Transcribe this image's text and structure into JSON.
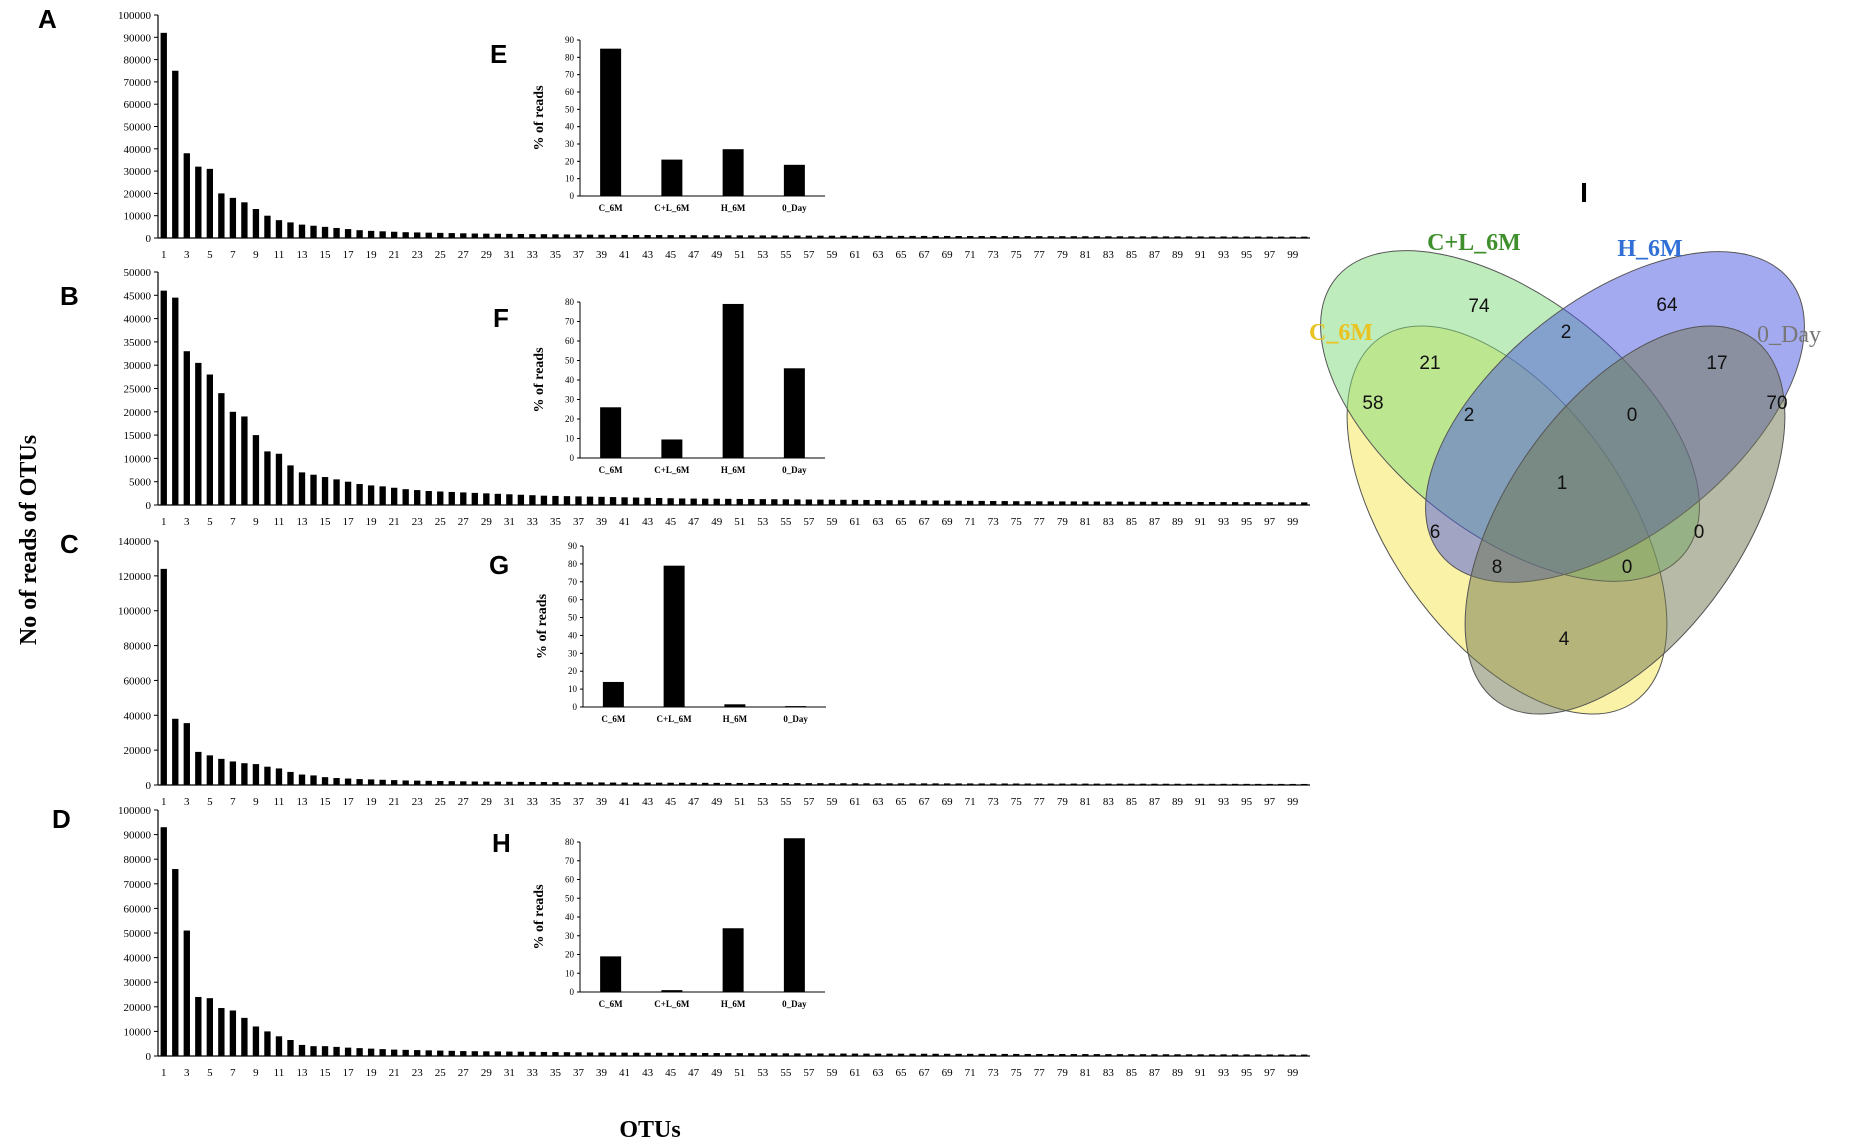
{
  "figure": {
    "y_axis_label": "No of reads of OTUs",
    "x_axis_label": "OTUs"
  },
  "chart_data": [
    {
      "id": "A",
      "panel_label": "A",
      "type": "bar",
      "ylim": [
        0,
        100000
      ],
      "yticks": [
        "0",
        "10000",
        "20000",
        "30000",
        "40000",
        "50000",
        "60000",
        "70000",
        "80000",
        "90000",
        "100000"
      ],
      "xtick_labels": [
        "1",
        "3",
        "5",
        "7",
        "9",
        "11",
        "13",
        "15",
        "17",
        "19",
        "21",
        "23",
        "25",
        "27",
        "29",
        "31",
        "33",
        "35",
        "37",
        "39",
        "41",
        "43",
        "45",
        "47",
        "49",
        "51",
        "53",
        "55",
        "57",
        "59",
        "61",
        "63",
        "65",
        "67",
        "69",
        "71",
        "73",
        "75",
        "77",
        "79",
        "81",
        "83",
        "85",
        "87",
        "89",
        "91",
        "93",
        "95",
        "97",
        "99"
      ],
      "x": [
        1,
        2,
        3,
        4,
        5,
        6,
        7,
        8,
        9,
        10,
        11,
        12,
        13,
        14,
        15,
        16,
        17,
        18,
        19,
        20,
        21,
        22,
        23,
        24,
        25,
        26,
        27,
        28,
        29,
        30,
        31,
        32,
        33,
        34,
        35,
        36,
        37,
        38,
        39,
        40,
        41,
        42,
        43,
        44,
        45,
        46,
        47,
        48,
        49,
        50,
        51,
        52,
        53,
        54,
        55,
        56,
        57,
        58,
        59,
        60,
        61,
        62,
        63,
        64,
        65,
        66,
        67,
        68,
        69,
        70,
        71,
        72,
        73,
        74,
        75,
        76,
        77,
        78,
        79,
        80,
        81,
        82,
        83,
        84,
        85,
        86,
        87,
        88,
        89,
        90,
        91,
        92,
        93,
        94,
        95,
        96,
        97,
        98,
        99,
        100
      ],
      "values": [
        92000,
        75000,
        38000,
        32000,
        31000,
        20000,
        18000,
        16000,
        13000,
        10000,
        8000,
        7000,
        6000,
        5500,
        5000,
        4500,
        4000,
        3500,
        3200,
        3000,
        2800,
        2600,
        2500,
        2400,
        2300,
        2200,
        2100,
        2000,
        1950,
        1900,
        1850,
        1800,
        1750,
        1700,
        1650,
        1600,
        1550,
        1500,
        1450,
        1400,
        1380,
        1360,
        1340,
        1320,
        1300,
        1280,
        1260,
        1240,
        1220,
        1200,
        1180,
        1160,
        1140,
        1120,
        1100,
        1080,
        1060,
        1040,
        1020,
        1000,
        990,
        980,
        970,
        960,
        950,
        940,
        930,
        920,
        910,
        900,
        890,
        880,
        870,
        860,
        850,
        840,
        830,
        820,
        810,
        800,
        790,
        780,
        770,
        760,
        750,
        740,
        730,
        720,
        710,
        700,
        690,
        680,
        670,
        660,
        650,
        640,
        630,
        620,
        610,
        600
      ]
    },
    {
      "id": "B",
      "panel_label": "B",
      "type": "bar",
      "ylim": [
        0,
        50000
      ],
      "yticks": [
        "0",
        "5000",
        "10000",
        "15000",
        "20000",
        "25000",
        "30000",
        "35000",
        "40000",
        "45000",
        "50000"
      ],
      "xtick_labels": [
        "1",
        "3",
        "5",
        "7",
        "9",
        "11",
        "13",
        "15",
        "17",
        "19",
        "21",
        "23",
        "25",
        "27",
        "29",
        "31",
        "33",
        "35",
        "37",
        "39",
        "41",
        "43",
        "45",
        "47",
        "49",
        "51",
        "53",
        "55",
        "57",
        "59",
        "61",
        "63",
        "65",
        "67",
        "69",
        "71",
        "73",
        "75",
        "77",
        "79",
        "81",
        "83",
        "85",
        "87",
        "89",
        "91",
        "93",
        "95",
        "97",
        "99"
      ],
      "x": [
        1,
        2,
        3,
        4,
        5,
        6,
        7,
        8,
        9,
        10,
        11,
        12,
        13,
        14,
        15,
        16,
        17,
        18,
        19,
        20,
        21,
        22,
        23,
        24,
        25,
        26,
        27,
        28,
        29,
        30,
        31,
        32,
        33,
        34,
        35,
        36,
        37,
        38,
        39,
        40,
        41,
        42,
        43,
        44,
        45,
        46,
        47,
        48,
        49,
        50,
        51,
        52,
        53,
        54,
        55,
        56,
        57,
        58,
        59,
        60,
        61,
        62,
        63,
        64,
        65,
        66,
        67,
        68,
        69,
        70,
        71,
        72,
        73,
        74,
        75,
        76,
        77,
        78,
        79,
        80,
        81,
        82,
        83,
        84,
        85,
        86,
        87,
        88,
        89,
        90,
        91,
        92,
        93,
        94,
        95,
        96,
        97,
        98,
        99,
        100
      ],
      "values": [
        46000,
        44500,
        33000,
        30500,
        28000,
        24000,
        20000,
        19000,
        15000,
        11500,
        11000,
        8500,
        7000,
        6500,
        6000,
        5500,
        5000,
        4500,
        4200,
        4000,
        3700,
        3400,
        3200,
        3000,
        2900,
        2800,
        2700,
        2600,
        2500,
        2400,
        2300,
        2200,
        2100,
        2000,
        1950,
        1900,
        1850,
        1800,
        1750,
        1700,
        1650,
        1600,
        1550,
        1500,
        1450,
        1400,
        1380,
        1360,
        1340,
        1320,
        1300,
        1280,
        1260,
        1240,
        1220,
        1200,
        1180,
        1160,
        1140,
        1120,
        1100,
        1080,
        1060,
        1040,
        1020,
        1000,
        980,
        960,
        940,
        920,
        900,
        880,
        860,
        840,
        820,
        800,
        790,
        780,
        770,
        760,
        750,
        740,
        730,
        720,
        710,
        700,
        690,
        680,
        670,
        660,
        650,
        640,
        630,
        620,
        610,
        600,
        590,
        580,
        570,
        560
      ]
    },
    {
      "id": "C",
      "panel_label": "C",
      "type": "bar",
      "ylim": [
        0,
        140000
      ],
      "yticks": [
        "0",
        "20000",
        "40000",
        "60000",
        "80000",
        "100000",
        "120000",
        "140000"
      ],
      "xtick_labels": [
        "1",
        "3",
        "5",
        "7",
        "9",
        "11",
        "13",
        "15",
        "17",
        "19",
        "21",
        "23",
        "25",
        "27",
        "29",
        "31",
        "33",
        "35",
        "37",
        "39",
        "41",
        "43",
        "45",
        "47",
        "49",
        "51",
        "53",
        "55",
        "57",
        "59",
        "61",
        "63",
        "65",
        "67",
        "69",
        "71",
        "73",
        "75",
        "77",
        "79",
        "81",
        "83",
        "85",
        "87",
        "89",
        "91",
        "93",
        "95",
        "97",
        "99"
      ],
      "x": [
        1,
        2,
        3,
        4,
        5,
        6,
        7,
        8,
        9,
        10,
        11,
        12,
        13,
        14,
        15,
        16,
        17,
        18,
        19,
        20,
        21,
        22,
        23,
        24,
        25,
        26,
        27,
        28,
        29,
        30,
        31,
        32,
        33,
        34,
        35,
        36,
        37,
        38,
        39,
        40,
        41,
        42,
        43,
        44,
        45,
        46,
        47,
        48,
        49,
        50,
        51,
        52,
        53,
        54,
        55,
        56,
        57,
        58,
        59,
        60,
        61,
        62,
        63,
        64,
        65,
        66,
        67,
        68,
        69,
        70,
        71,
        72,
        73,
        74,
        75,
        76,
        77,
        78,
        79,
        80,
        81,
        82,
        83,
        84,
        85,
        86,
        87,
        88,
        89,
        90,
        91,
        92,
        93,
        94,
        95,
        96,
        97,
        98,
        99,
        100
      ],
      "values": [
        124000,
        38000,
        35500,
        19000,
        17000,
        15000,
        13500,
        12500,
        12000,
        10500,
        9500,
        7500,
        6000,
        5500,
        4500,
        4000,
        3700,
        3400,
        3200,
        3000,
        2800,
        2600,
        2500,
        2400,
        2300,
        2200,
        2100,
        2000,
        1950,
        1900,
        1850,
        1800,
        1750,
        1700,
        1650,
        1600,
        1550,
        1500,
        1450,
        1400,
        1380,
        1360,
        1340,
        1320,
        1300,
        1280,
        1260,
        1240,
        1220,
        1200,
        1180,
        1160,
        1140,
        1120,
        1100,
        1080,
        1060,
        1040,
        1020,
        1000,
        990,
        980,
        970,
        960,
        950,
        940,
        930,
        920,
        910,
        900,
        890,
        880,
        870,
        860,
        850,
        840,
        830,
        820,
        810,
        800,
        790,
        780,
        770,
        760,
        750,
        740,
        730,
        720,
        710,
        700,
        690,
        680,
        670,
        660,
        650,
        640,
        630,
        620,
        610,
        600
      ]
    },
    {
      "id": "D",
      "panel_label": "D",
      "type": "bar",
      "ylim": [
        0,
        100000
      ],
      "yticks": [
        "0",
        "10000",
        "20000",
        "30000",
        "40000",
        "50000",
        "60000",
        "70000",
        "80000",
        "90000",
        "100000"
      ],
      "xtick_labels": [
        "1",
        "3",
        "5",
        "7",
        "9",
        "11",
        "13",
        "15",
        "17",
        "19",
        "21",
        "23",
        "25",
        "27",
        "29",
        "31",
        "33",
        "35",
        "37",
        "39",
        "41",
        "43",
        "45",
        "47",
        "49",
        "51",
        "53",
        "55",
        "57",
        "59",
        "61",
        "63",
        "65",
        "67",
        "69",
        "71",
        "73",
        "75",
        "77",
        "79",
        "81",
        "83",
        "85",
        "87",
        "89",
        "91",
        "93",
        "95",
        "97",
        "99"
      ],
      "x": [
        1,
        2,
        3,
        4,
        5,
        6,
        7,
        8,
        9,
        10,
        11,
        12,
        13,
        14,
        15,
        16,
        17,
        18,
        19,
        20,
        21,
        22,
        23,
        24,
        25,
        26,
        27,
        28,
        29,
        30,
        31,
        32,
        33,
        34,
        35,
        36,
        37,
        38,
        39,
        40,
        41,
        42,
        43,
        44,
        45,
        46,
        47,
        48,
        49,
        50,
        51,
        52,
        53,
        54,
        55,
        56,
        57,
        58,
        59,
        60,
        61,
        62,
        63,
        64,
        65,
        66,
        67,
        68,
        69,
        70,
        71,
        72,
        73,
        74,
        75,
        76,
        77,
        78,
        79,
        80,
        81,
        82,
        83,
        84,
        85,
        86,
        87,
        88,
        89,
        90,
        91,
        92,
        93,
        94,
        95,
        96,
        97,
        98,
        99,
        100
      ],
      "values": [
        93000,
        76000,
        51000,
        24000,
        23500,
        19500,
        18500,
        15500,
        12000,
        10000,
        8000,
        6500,
        4500,
        4000,
        4000,
        3700,
        3400,
        3200,
        3000,
        2800,
        2600,
        2500,
        2400,
        2300,
        2200,
        2100,
        2000,
        1950,
        1900,
        1850,
        1800,
        1750,
        1700,
        1650,
        1600,
        1550,
        1500,
        1450,
        1400,
        1380,
        1360,
        1340,
        1320,
        1300,
        1280,
        1260,
        1240,
        1220,
        1200,
        1180,
        1160,
        1140,
        1120,
        1100,
        1080,
        1060,
        1040,
        1020,
        1000,
        990,
        980,
        970,
        960,
        950,
        940,
        930,
        920,
        910,
        900,
        890,
        880,
        870,
        860,
        850,
        840,
        830,
        820,
        810,
        800,
        790,
        780,
        770,
        760,
        750,
        740,
        730,
        720,
        710,
        700,
        690,
        680,
        670,
        660,
        650,
        640,
        630,
        620,
        610,
        600,
        590
      ]
    },
    {
      "id": "E",
      "panel_label": "E",
      "type": "bar",
      "ylabel": "% of reads",
      "ylim": [
        0,
        90
      ],
      "yticks": [
        "0",
        "10",
        "20",
        "30",
        "40",
        "50",
        "60",
        "70",
        "80",
        "90"
      ],
      "categories": [
        "C_6M",
        "C+L_6M",
        "H_6M",
        "0_Day"
      ],
      "values": [
        85,
        21,
        27,
        18
      ]
    },
    {
      "id": "F",
      "panel_label": "F",
      "type": "bar",
      "ylabel": "% of reads",
      "ylim": [
        0,
        80
      ],
      "yticks": [
        "0",
        "10",
        "20",
        "30",
        "40",
        "50",
        "60",
        "70",
        "80"
      ],
      "categories": [
        "C_6M",
        "C+L_6M",
        "H_6M",
        "0_Day"
      ],
      "values": [
        26,
        9.5,
        79,
        46
      ]
    },
    {
      "id": "G",
      "panel_label": "G",
      "type": "bar",
      "ylabel": "% of reads",
      "ylim": [
        0,
        90
      ],
      "yticks": [
        "0",
        "10",
        "20",
        "30",
        "40",
        "50",
        "60",
        "70",
        "80",
        "90"
      ],
      "categories": [
        "C_6M",
        "C+L_6M",
        "H_6M",
        "0_Day"
      ],
      "values": [
        14,
        79,
        1.5,
        0.5
      ]
    },
    {
      "id": "H",
      "panel_label": "H",
      "type": "bar",
      "ylabel": "% of reads",
      "ylim": [
        0,
        80
      ],
      "yticks": [
        "0",
        "10",
        "20",
        "30",
        "40",
        "50",
        "60",
        "70",
        "80"
      ],
      "categories": [
        "C_6M",
        "C+L_6M",
        "H_6M",
        "0_Day"
      ],
      "values": [
        19,
        1,
        34,
        82
      ]
    }
  ],
  "venn": {
    "panel_label": "I",
    "sets": [
      {
        "name": "C_6M",
        "color": "#f5e84f"
      },
      {
        "name": "C+L_6M",
        "color": "#7fd97a"
      },
      {
        "name": "H_6M",
        "color": "#4a55e0"
      },
      {
        "name": "0_Day",
        "color": "#6f7550"
      }
    ],
    "set_label_colors": {
      "C_6M": "#e8c321",
      "C+L_6M": "#3f8f2c",
      "H_6M": "#2f6fd6",
      "0_Day": "#777777"
    },
    "counts": {
      "C_6M_only": "58",
      "CL_6M_only": "74",
      "H_6M_only": "64",
      "0_Day_only": "70",
      "C_CL": "21",
      "CL_H": "2",
      "H_0": "17",
      "C_CL_H": "2",
      "CL_H_0": "0",
      "all": "1",
      "C_H": "6",
      "CL_0": "0",
      "C_H_0": "8",
      "C_CL_0": "0",
      "C_0": "4"
    }
  }
}
